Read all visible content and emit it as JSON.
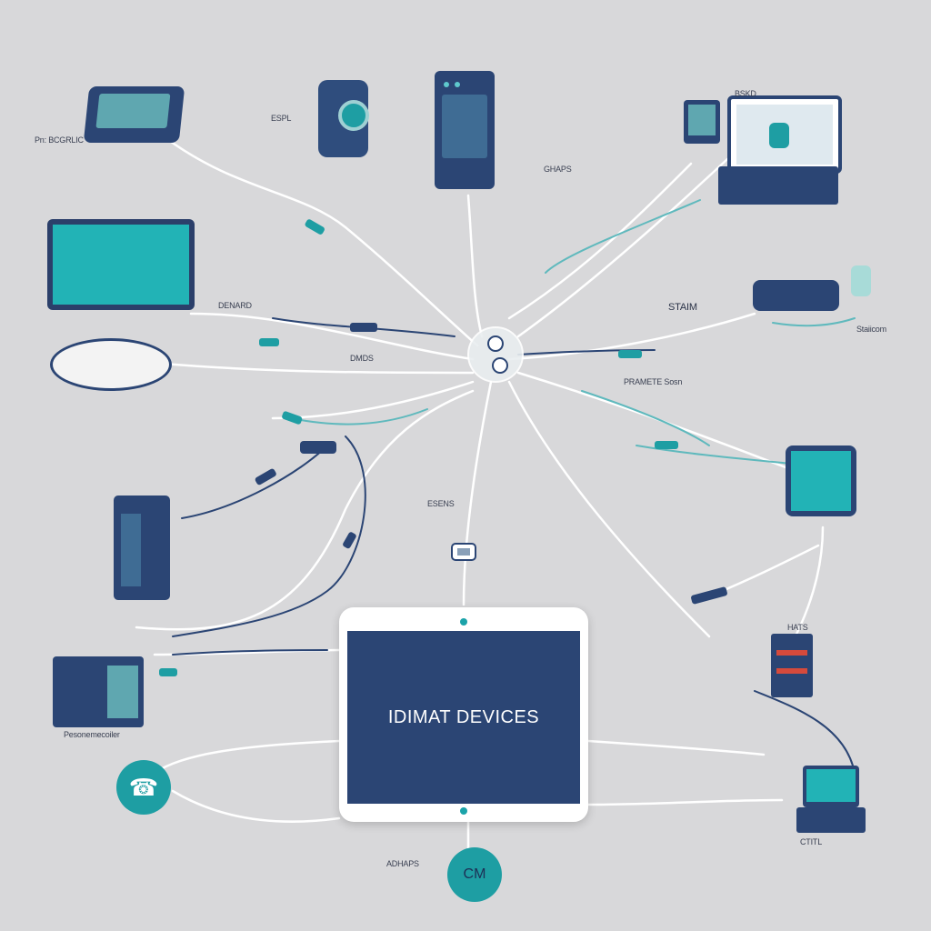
{
  "diagram": {
    "title": "IDIMAT DEVICES",
    "bottom_badge": "CM",
    "labels": [
      {
        "id": "label-monitor-left-top",
        "text": "Pn: BCGRLIC"
      },
      {
        "id": "label-server-top",
        "text": "ESPL"
      },
      {
        "id": "label-router-right",
        "text": "STAIM"
      },
      {
        "id": "label-router-right-sub",
        "text": "Staiicom"
      },
      {
        "id": "label-monitor-left",
        "text": "DENARD"
      },
      {
        "id": "label-hub-left",
        "text": "DMDS"
      },
      {
        "id": "label-right-mid",
        "text": "PRAMETE Sosn"
      },
      {
        "id": "label-center",
        "text": "ESENS"
      },
      {
        "id": "label-right-panel",
        "text": "HATS"
      },
      {
        "id": "label-left-bottom",
        "text": "Pesonemecoiler"
      },
      {
        "id": "label-bottom",
        "text": "ADHAPS"
      },
      {
        "id": "label-laptop-bottom-right",
        "text": "CTITL"
      },
      {
        "id": "label-laptop-top-right",
        "text": "BSKD"
      },
      {
        "id": "label-tower-top",
        "text": "GHAPS"
      }
    ]
  },
  "colors": {
    "background": "#d8d8da",
    "navy": "#2b4574",
    "teal": "#1e9ea3",
    "wire": "#ffffff"
  }
}
